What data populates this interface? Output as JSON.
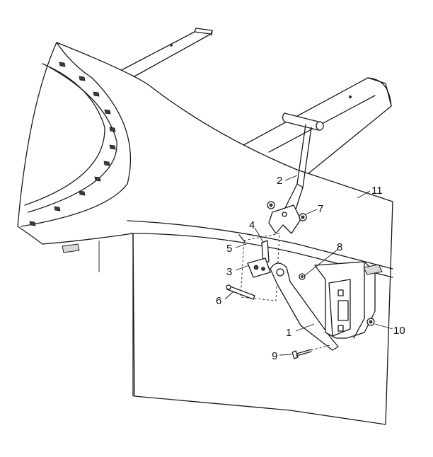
{
  "callouts": [
    {
      "id": "1",
      "label": "1"
    },
    {
      "id": "2",
      "label": "2"
    },
    {
      "id": "3",
      "label": "3"
    },
    {
      "id": "4",
      "label": "4"
    },
    {
      "id": "5",
      "label": "5"
    },
    {
      "id": "6",
      "label": "6"
    },
    {
      "id": "7",
      "label": "7"
    },
    {
      "id": "8",
      "label": "8"
    },
    {
      "id": "9",
      "label": "9"
    },
    {
      "id": "10",
      "label": "10"
    },
    {
      "id": "11",
      "label": "11"
    }
  ],
  "colors": {
    "line": "#1a1a1a",
    "background": "#ffffff",
    "watermark": "#cfcfcf"
  }
}
